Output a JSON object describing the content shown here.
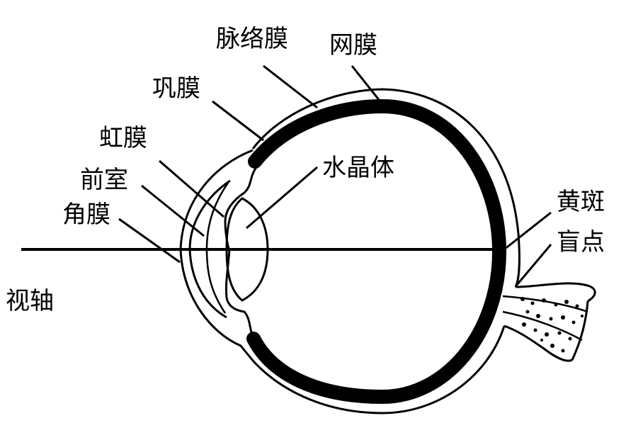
{
  "labels": {
    "choroid": "脉络膜",
    "retina": "网膜",
    "sclera": "巩膜",
    "iris": "虹膜",
    "lens": "水晶体",
    "anterior_chamber": "前室",
    "cornea": "角膜",
    "visual_axis": "视轴",
    "macula": "黄斑",
    "blind_spot": "盲点"
  },
  "colors": {
    "ink": "#000000",
    "paper": "#ffffff"
  }
}
